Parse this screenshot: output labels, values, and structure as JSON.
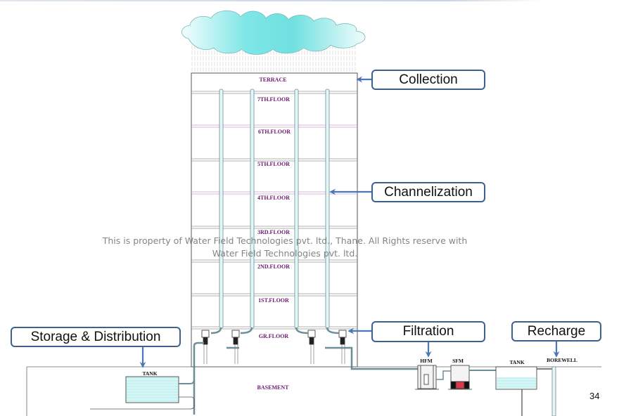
{
  "diagram": {
    "title": "Rainwater harvesting system stages",
    "callouts": {
      "collection": "Collection",
      "channelization": "Channelization",
      "filtration": "Filtration",
      "storage": "Storage & Distribution",
      "recharge": "Recharge"
    },
    "floors": {
      "terrace": "TERRACE",
      "seventh": "7TH.FLOOR",
      "sixth": "6TH.FLOOR",
      "fifth": "5TH.FLOOR",
      "fourth": "4TH.FLOOR",
      "third": "3RD.FLOOR",
      "second": "2ND.FLOOR",
      "first": "1ST.FLOOR",
      "ground": "GR.FLOOR",
      "basement": "BASEMENT"
    },
    "equipment": {
      "storage_tank": "TANK",
      "hfm": "HFM",
      "sfm": "SFM",
      "recharge_tank": "TANK",
      "borewell": "BOREWELL"
    },
    "colors": {
      "callout_border": "#3f5f8f",
      "arrow": "#4a78b5",
      "floor_label": "#6a1a6e",
      "water": "#bff0f0",
      "cloud": "#6fe0e0"
    }
  },
  "watermark": {
    "line1": "This is property of Water Field Technologies pvt. ltd., Thane. All Rights reserve with",
    "line2": "Water Field Technologies pvt. ltd."
  },
  "page_number": "34"
}
